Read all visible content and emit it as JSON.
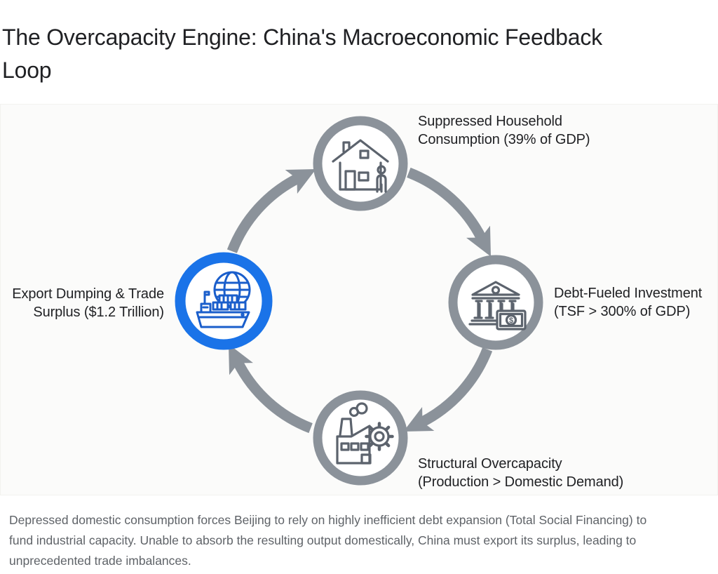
{
  "page": {
    "title": "The Overcapacity Engine: China's Macroeconomic Feedback\nLoop",
    "caption": "Depressed domestic consumption forces Beijing to rely on highly inefficient debt expansion (Total Social Financing) to\nfund industrial capacity. Unable to absorb the resulting output domestically, China must export its surplus, leading to\nunprecedented trade imbalances."
  },
  "diagram": {
    "type": "circular-feedback-loop",
    "flow_direction": "clockwise",
    "nodes": [
      {
        "id": "suppressed-consumption",
        "position": "top",
        "label": "Suppressed Household\nConsumption (39% of GDP)",
        "icon": "house-person-icon",
        "highlighted": false
      },
      {
        "id": "debt-investment",
        "position": "right",
        "label": "Debt-Fueled Investment\n(TSF > 300% of GDP)",
        "icon": "bank-money-icon",
        "highlighted": false
      },
      {
        "id": "structural-overcapacity",
        "position": "bottom",
        "label": "Structural Overcapacity\n(Production > Domestic Demand)",
        "icon": "factory-gear-icon",
        "highlighted": false
      },
      {
        "id": "export-dumping",
        "position": "left",
        "label": "Export Dumping & Trade\nSurplus ($1.2 Trillion)",
        "icon": "globe-ship-icon",
        "highlighted": true
      }
    ],
    "arrows": [
      {
        "from": "export-dumping",
        "to": "suppressed-consumption"
      },
      {
        "from": "suppressed-consumption",
        "to": "debt-investment"
      },
      {
        "from": "debt-investment",
        "to": "structural-overcapacity"
      },
      {
        "from": "structural-overcapacity",
        "to": "export-dumping"
      }
    ],
    "icon_symbols": {
      "dollar": "$"
    },
    "colors": {
      "ring_gray": "#8b929a",
      "ring_highlight": "#1a73e8",
      "arrow": "#8b929a",
      "icon_gray": "#5c636d",
      "icon_highlight": "#1a5ecb",
      "label_text": "#202124",
      "canvas_bg": "#fbfbfa",
      "caption_text": "#5f6368"
    }
  }
}
